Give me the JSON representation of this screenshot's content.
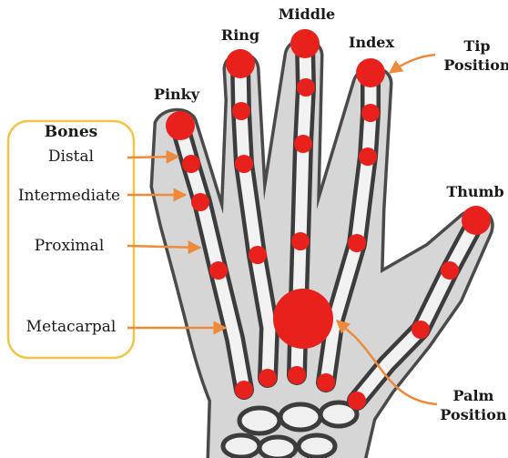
{
  "finger_labels": {
    "pinky": "Pinky",
    "ring": "Ring",
    "middle": "Middle",
    "index": "Index",
    "thumb": "Thumb"
  },
  "bones_box": {
    "title": "Bones",
    "items": [
      "Distal",
      "Intermediate",
      "Proximal",
      "Metacarpal"
    ]
  },
  "callouts": {
    "tip_line1": "Tip",
    "tip_line2": "Position",
    "palm_line1": "Palm",
    "palm_line2": "Position"
  },
  "colors": {
    "joint": "#e8211d",
    "arrow": "#ee8a3c",
    "bones_box_border": "#f2c54a",
    "bone": "#f2f2f2",
    "hand_shadow": "#4a4a4a",
    "hand_fill": "#c9c9c9"
  }
}
